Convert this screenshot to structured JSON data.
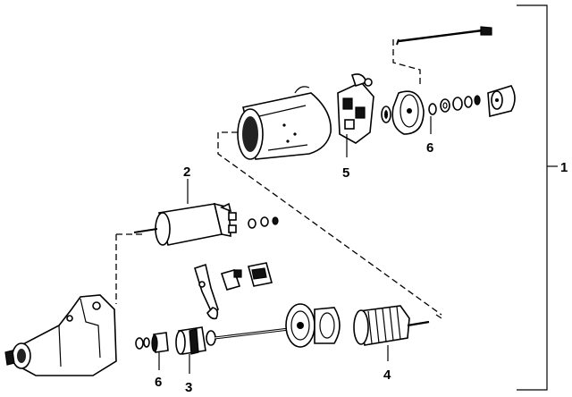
{
  "callouts": {
    "assembly": "1",
    "solenoid": "2",
    "drive_gear": "3",
    "armature": "4",
    "brush_holder": "5",
    "washer_rear": "6",
    "washer_front": "6"
  }
}
